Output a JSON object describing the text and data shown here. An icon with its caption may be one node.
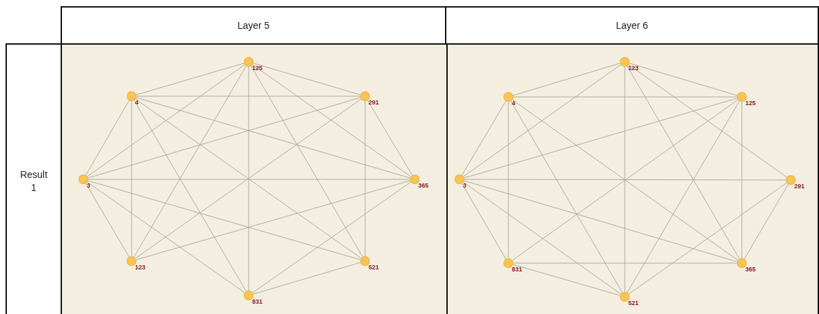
{
  "diagram": {
    "nodes": [
      {
        "text": [],
        "shape": "box"
      },
      {
        "text": [],
        "shape": "circle",
        "in": 0,
        "beside": [
          "125"
        ]
      },
      {
        "text": [],
        "shape": "circle",
        "in": 0,
        "beside": [
          "4"
        ]
      },
      {
        "text": [],
        "shape": "circle",
        "in": 0,
        "beside": [
          "291"
        ]
      },
      {
        "text": [],
        "shape": "circle",
        "in": 0,
        "beside": [
          "3"
        ]
      },
      {
        "text": [],
        "shape": "circle",
        "in": 0,
        "beside": [
          "365"
        ]
      },
      {
        "text": [],
        "shape": "circle",
        "in": 0,
        "beside": [
          "123"
        ]
      },
      {
        "text": [],
        "shape": "circle",
        "in": 0,
        "beside": [
          "521"
        ]
      },
      {
        "text": [],
        "shape": "circle",
        "in": 0,
        "beside": [
          "831"
        ]
      },
      {
        "text": [],
        "shape": "box"
      },
      {
        "text": [],
        "shape": "circle",
        "in": 9,
        "beside": [
          "123"
        ]
      },
      {
        "text": [],
        "shape": "circle",
        "in": 9,
        "beside": [
          "4"
        ]
      },
      {
        "text": [],
        "shape": "circle",
        "in": 9,
        "beside": [
          "125"
        ]
      },
      {
        "text": [],
        "shape": "circle",
        "in": 9,
        "beside": [
          "3"
        ]
      },
      {
        "text": [],
        "shape": "circle",
        "in": 9,
        "beside": [
          "291"
        ]
      },
      {
        "text": [],
        "shape": "circle",
        "in": 9,
        "beside": [
          "831"
        ]
      },
      {
        "text": [],
        "shape": "circle",
        "in": 9,
        "beside": [
          "365"
        ]
      },
      {
        "text": [],
        "shape": "circle",
        "in": 9,
        "beside": [
          "521"
        ]
      }
    ],
    "edges": [
      {
        "from": 1,
        "to": 2,
        "arrow": "none"
      },
      {
        "from": 1,
        "to": 3,
        "arrow": "none"
      },
      {
        "from": 1,
        "to": 4,
        "arrow": "none"
      },
      {
        "from": 1,
        "to": 5,
        "arrow": "none"
      },
      {
        "from": 1,
        "to": 6,
        "arrow": "none"
      },
      {
        "from": 1,
        "to": 7,
        "arrow": "none"
      },
      {
        "from": 1,
        "to": 8,
        "arrow": "none"
      },
      {
        "from": 2,
        "to": 3,
        "arrow": "none"
      },
      {
        "from": 2,
        "to": 4,
        "arrow": "none"
      },
      {
        "from": 2,
        "to": 6,
        "arrow": "none"
      },
      {
        "from": 2,
        "to": 8,
        "arrow": "none"
      },
      {
        "from": 2,
        "to": 7,
        "arrow": "none"
      },
      {
        "from": 2,
        "to": 5,
        "arrow": "none"
      },
      {
        "from": 3,
        "to": 5,
        "arrow": "none"
      },
      {
        "from": 3,
        "to": 7,
        "arrow": "none"
      },
      {
        "from": 3,
        "to": 4,
        "arrow": "none"
      },
      {
        "from": 3,
        "to": 6,
        "arrow": "none"
      },
      {
        "from": 4,
        "to": 5,
        "arrow": "none"
      },
      {
        "from": 4,
        "to": 6,
        "arrow": "none"
      },
      {
        "from": 4,
        "to": 8,
        "arrow": "none"
      },
      {
        "from": 4,
        "to": 7,
        "arrow": "none"
      },
      {
        "from": 5,
        "to": 8,
        "arrow": "none"
      },
      {
        "from": 5,
        "to": 6,
        "arrow": "none"
      },
      {
        "from": 7,
        "to": 8,
        "arrow": "none"
      },
      {
        "from": 10,
        "to": 11,
        "arrow": "none"
      },
      {
        "from": 10,
        "to": 12,
        "arrow": "none"
      },
      {
        "from": 10,
        "to": 17,
        "arrow": "none"
      },
      {
        "from": 10,
        "to": 13,
        "arrow": "none"
      },
      {
        "from": 10,
        "to": 16,
        "arrow": "none"
      },
      {
        "from": 10,
        "to": 14,
        "arrow": "none"
      },
      {
        "from": 11,
        "to": 12,
        "arrow": "none"
      },
      {
        "from": 11,
        "to": 13,
        "arrow": "none"
      },
      {
        "from": 11,
        "to": 15,
        "arrow": "none"
      },
      {
        "from": 11,
        "to": 17,
        "arrow": "none"
      },
      {
        "from": 11,
        "to": 16,
        "arrow": "none"
      },
      {
        "from": 12,
        "to": 16,
        "arrow": "none"
      },
      {
        "from": 12,
        "to": 13,
        "arrow": "none"
      },
      {
        "from": 12,
        "to": 15,
        "arrow": "none"
      },
      {
        "from": 12,
        "to": 17,
        "arrow": "none"
      },
      {
        "from": 13,
        "to": 14,
        "arrow": "none"
      },
      {
        "from": 13,
        "to": 15,
        "arrow": "none"
      },
      {
        "from": 13,
        "to": 17,
        "arrow": "none"
      },
      {
        "from": 13,
        "to": 16,
        "arrow": "none"
      },
      {
        "from": 14,
        "to": 16,
        "arrow": "none"
      },
      {
        "from": 14,
        "to": 17,
        "arrow": "none"
      },
      {
        "from": 15,
        "to": 16,
        "arrow": "none"
      },
      {
        "from": 15,
        "to": 17,
        "arrow": "none"
      }
    ],
    "labels": [
      "Layer 5",
      "Layer 6",
      "Result 1"
    ]
  }
}
